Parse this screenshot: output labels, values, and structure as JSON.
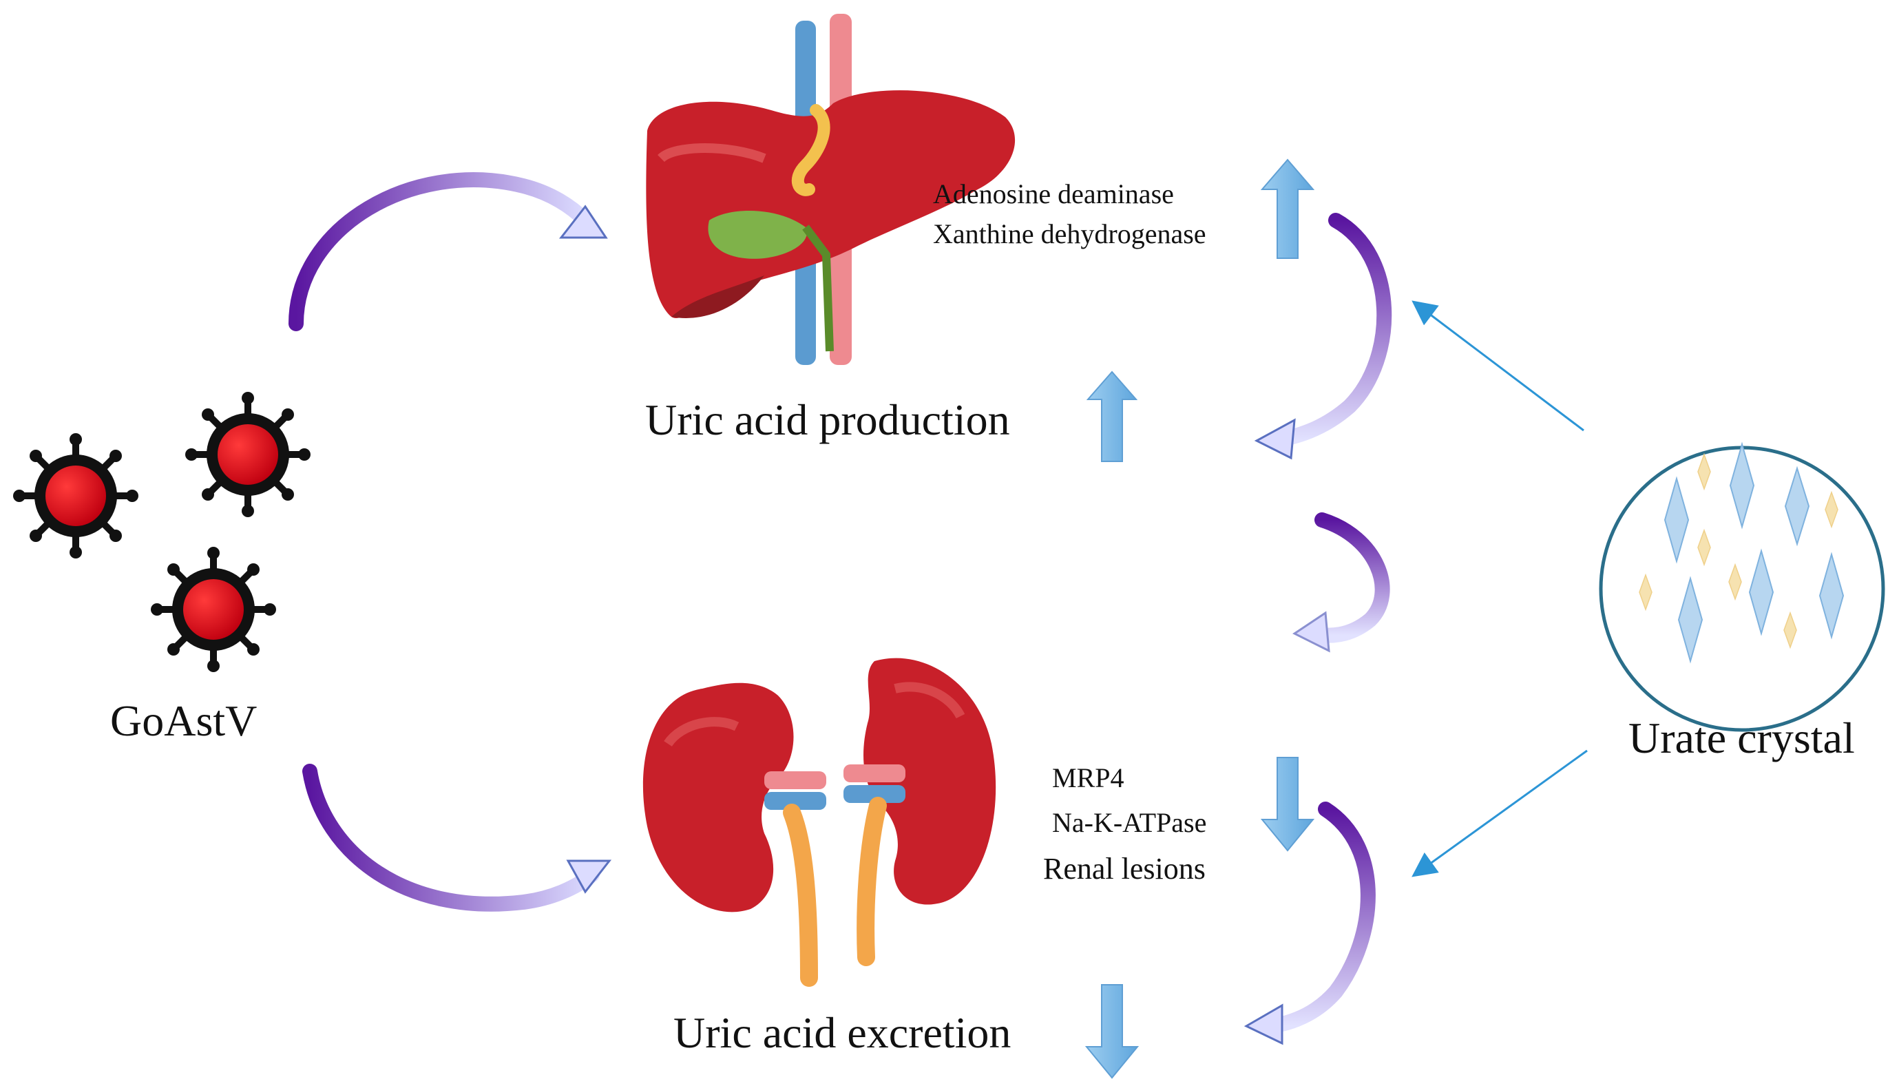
{
  "virus": {
    "label": "GoAstV"
  },
  "liver": {
    "enzymes": [
      "Adenosine deaminase",
      "Xanthine dehydrogenase"
    ],
    "outcome": "Uric acid production"
  },
  "kidney": {
    "markers": [
      "MRP4",
      "Na-K-ATPase"
    ],
    "lesions": "Renal lesions",
    "outcome": "Uric acid excretion"
  },
  "crystal": {
    "label": "Urate crystal"
  },
  "colors": {
    "virus_red": "#e0001a",
    "virus_black": "#111111",
    "organ_red": "#c8202a",
    "organ_dark": "#8e1a20",
    "vessel_blue": "#5b9bd0",
    "vessel_pink": "#ee8a90",
    "bile": "#f3c14e",
    "gallbladder": "#7fb24a",
    "ureter": "#f3a64a",
    "up_down_arrow": "#7fb9e6",
    "curved_arrow_purple": "#6a1fa6",
    "curved_arrow_light": "#d8d8ff",
    "thin_arrow": "#2c95d6",
    "crystal_circle": "#2a6e8a",
    "crystal_blue": "#b7d6f0",
    "crystal_yellow": "#f6e2b0"
  }
}
